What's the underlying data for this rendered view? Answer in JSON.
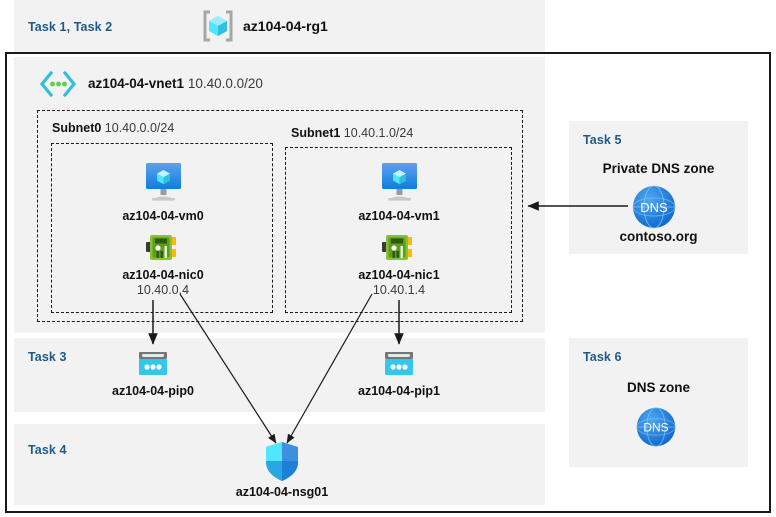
{
  "diagram": {
    "title": "Azure AZ-104-04 lab resource diagram",
    "colors": {
      "panel_bg": "#f2f2f2",
      "task_label": "#1f5a8c",
      "border": "#1a1a1a",
      "vm_icon": "#0f7ede",
      "nic_icon": "#69b630",
      "pip_icon": "#32c8ea",
      "nsg_icon": "#2f9bf0",
      "dns_icon": "#1d7fd7",
      "vnet_icon": "#32c8ea",
      "rg_icon": "#3ad2f5"
    }
  },
  "header": {
    "task_label": "Task 1, Task 2",
    "rg_icon_name": "resource-group-icon",
    "rg_name": "az104-04-rg1"
  },
  "vnet": {
    "icon_name": "virtual-network-icon",
    "name": "az104-04-vnet1",
    "cidr": "10.40.0.0/20"
  },
  "subnets": [
    {
      "name": "Subnet0",
      "cidr": "10.40.0.0/24",
      "vm": {
        "icon_name": "virtual-machine-icon",
        "label": "az104-04-vm0"
      },
      "nic": {
        "icon_name": "network-interface-icon",
        "label": "az104-04-nic0",
        "ip": "10.40.0.4"
      }
    },
    {
      "name": "Subnet1",
      "cidr": "10.40.1.0/24",
      "vm": {
        "icon_name": "virtual-machine-icon",
        "label": "az104-04-vm1"
      },
      "nic": {
        "icon_name": "network-interface-icon",
        "label": "az104-04-nic1",
        "ip": "10.40.1.4"
      }
    }
  ],
  "task3": {
    "task_label": "Task 3",
    "public_ips": [
      {
        "icon_name": "public-ip-address-icon",
        "label": "az104-04-pip0"
      },
      {
        "icon_name": "public-ip-address-icon",
        "label": "az104-04-pip1"
      }
    ]
  },
  "task4": {
    "task_label": "Task 4",
    "nsg": {
      "icon_name": "network-security-group-icon",
      "label": "az104-04-nsg01"
    }
  },
  "task5": {
    "task_label": "Task 5",
    "heading": "Private DNS zone",
    "icon_name": "dns-zone-icon",
    "icon_text": "DNS",
    "zone_name": "contoso.org"
  },
  "task6": {
    "task_label": "Task 6",
    "heading": "DNS zone",
    "icon_name": "dns-zone-icon",
    "icon_text": "DNS"
  }
}
